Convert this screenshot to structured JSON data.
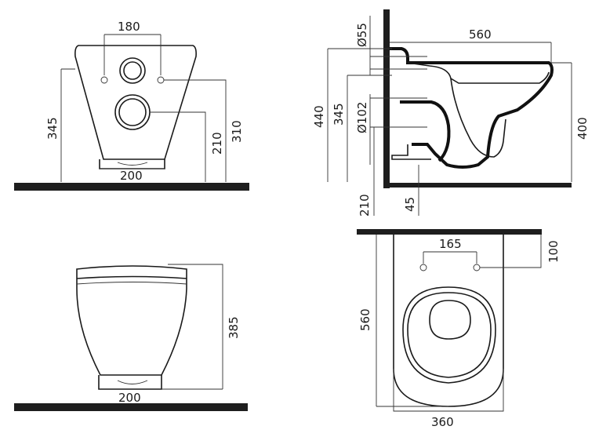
{
  "front_view": {
    "dims": {
      "bolt_spacing": "180",
      "height_345": "345",
      "height_210": "210",
      "height_310": "310",
      "base_width": "200"
    }
  },
  "side_view": {
    "dims": {
      "length": "560",
      "diam_55": "Ø55",
      "diam_102": "Ø102",
      "height_440": "440",
      "height_345": "345",
      "height_400": "400",
      "height_210": "210",
      "offset_45": "45"
    }
  },
  "rear_view": {
    "dims": {
      "height": "385",
      "base_width": "200"
    }
  },
  "top_view": {
    "dims": {
      "bolt_spacing": "165",
      "offset": "100",
      "length": "560",
      "width": "360"
    }
  }
}
